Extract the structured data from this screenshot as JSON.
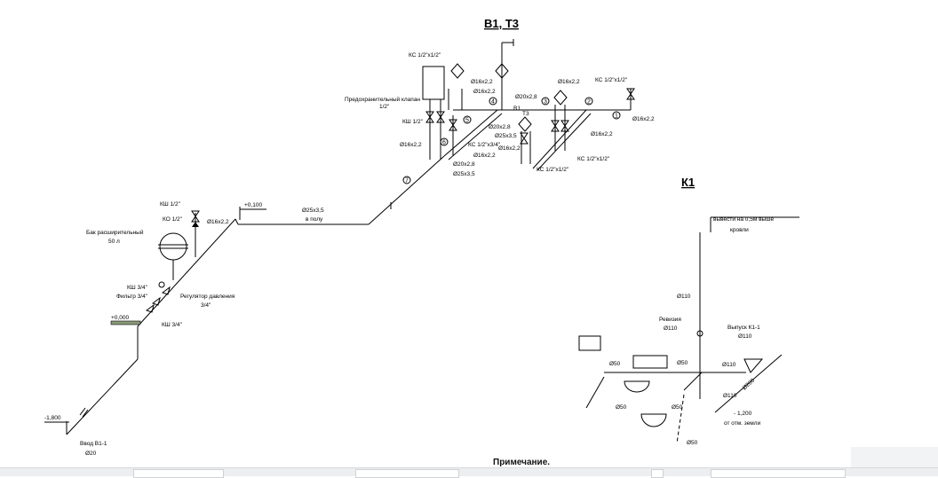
{
  "sections": {
    "water": {
      "title": "В1, Т3",
      "labels": {
        "ks_top_left": "КС 1/2\"х1/2\"",
        "d16_a": "Ø16x2,2",
        "d16_b": "Ø16x2,2",
        "safety_valve": "Предохранительный клапан",
        "safety_valve_size": "1/2\"",
        "ksh_half": "КШ 1/2\"",
        "d20_top": "Ø20x2,8",
        "b1": "В1",
        "t3": "Т3",
        "d16_c": "Ø16x2,2",
        "ks_top_right": "КС 1/2\"х1/2\"",
        "d16_right": "Ø16x2,2",
        "d20_mid": "Ø20x2,8",
        "d25_mid": "Ø25x3,5",
        "d16_left_low": "Ø16x2,2",
        "ks_3_4": "КС 1/2\"х3/4\"",
        "d16_d": "Ø16x2,2",
        "d16_e": "Ø16x2,2",
        "d16_f": "Ø16x2,2",
        "ks_right_low": "КС 1/2\"х1/2\"",
        "d20_low": "Ø20x2,8",
        "d25_low": "Ø25x3,5",
        "ks_center_low": "КС 1/2\"х1/2\"",
        "ksh_half_2": "КШ 1/2\"",
        "ko_half": "КО 1/2\"",
        "d16_riser": "Ø16x2,2",
        "elev_0100": "+0,100",
        "d25_floor": "Ø25x3,5",
        "in_floor": "в полу",
        "tank": "Бак расширительный",
        "tank_volume": "50 л",
        "ksh_34_a": "КШ 3/4\"",
        "filter": "Фильтр 3/4\"",
        "regulator": "Регулятор давления",
        "regulator_size": "3/4\"",
        "elev_0000": "+0,000",
        "ksh_34_b": "КШ 3/4\"",
        "elev_1800": "-1,800",
        "inlet": "Ввод В1-1",
        "inlet_d": "Ø20"
      },
      "markers": [
        "1",
        "2",
        "3",
        "4",
        "5",
        "6",
        "7"
      ]
    },
    "sewer": {
      "title": "К1",
      "labels": {
        "vent": "вывести на 0,5м выше",
        "vent2": "кровли",
        "d110_riser": "Ø110",
        "revision": "Ревизия",
        "revision_d": "Ø110",
        "outlet": "Выпуск К1-1",
        "outlet_d": "Ø110",
        "d50_a": "Ø50",
        "d50_b": "Ø50",
        "d110_a": "Ø110",
        "d50_c": "Ø50",
        "d50_d": "Ø50",
        "d110_b": "Ø110",
        "d200": "Ø200",
        "elev_1200": "- 1,200",
        "from_ground": "от отм. земли",
        "d50_e": "Ø50"
      }
    }
  },
  "note": "Примечание.",
  "colors": {
    "ground_marker": "#8a9a78",
    "toolbar": "#eceef0"
  }
}
